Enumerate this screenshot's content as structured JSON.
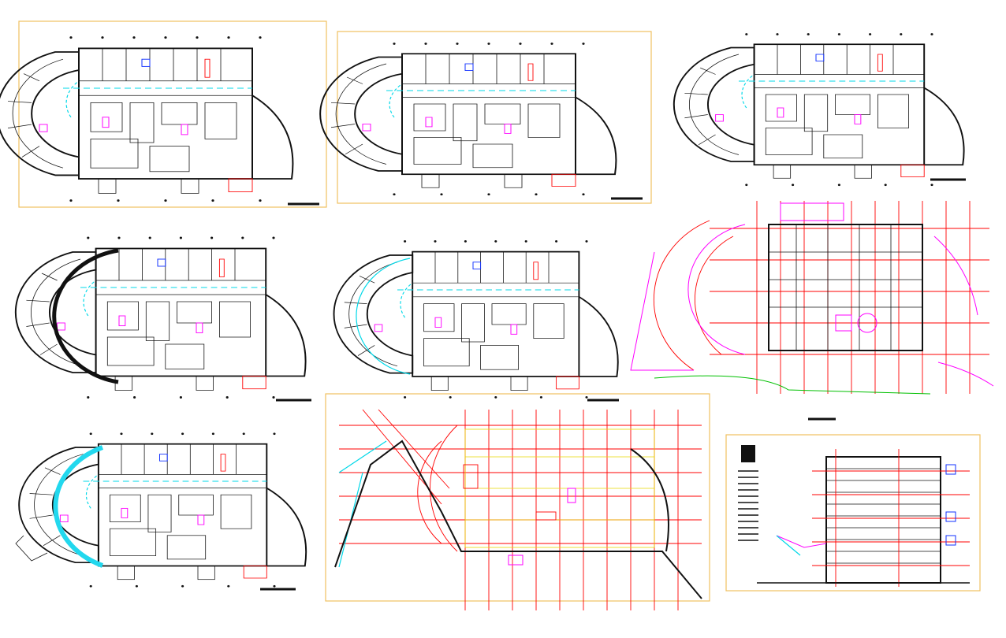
{
  "colors": {
    "sheet_frame": "#f0c060",
    "walls": "#111111",
    "cyan_layer": "#00d8e8",
    "magenta_layer": "#ff00ff",
    "red_layer": "#ff0000",
    "yellow_layer": "#e8d800",
    "green_layer": "#00c000",
    "blue_layer": "#1030ff"
  },
  "drawings": [
    {
      "name": "floor-plan-1",
      "kind": "curved-wing-floor-plan"
    },
    {
      "name": "floor-plan-2",
      "kind": "curved-wing-floor-plan"
    },
    {
      "name": "floor-plan-3",
      "kind": "curved-wing-floor-plan"
    },
    {
      "name": "floor-plan-4",
      "kind": "curved-wing-floor-plan"
    },
    {
      "name": "floor-plan-5",
      "kind": "curved-wing-floor-plan"
    },
    {
      "name": "site-plan-magenta",
      "kind": "site-layout"
    },
    {
      "name": "floor-plan-6",
      "kind": "curved-wing-floor-plan"
    },
    {
      "name": "ground-plan-grid",
      "kind": "structural-grid-plan"
    },
    {
      "name": "building-section",
      "kind": "section-elevation"
    }
  ]
}
